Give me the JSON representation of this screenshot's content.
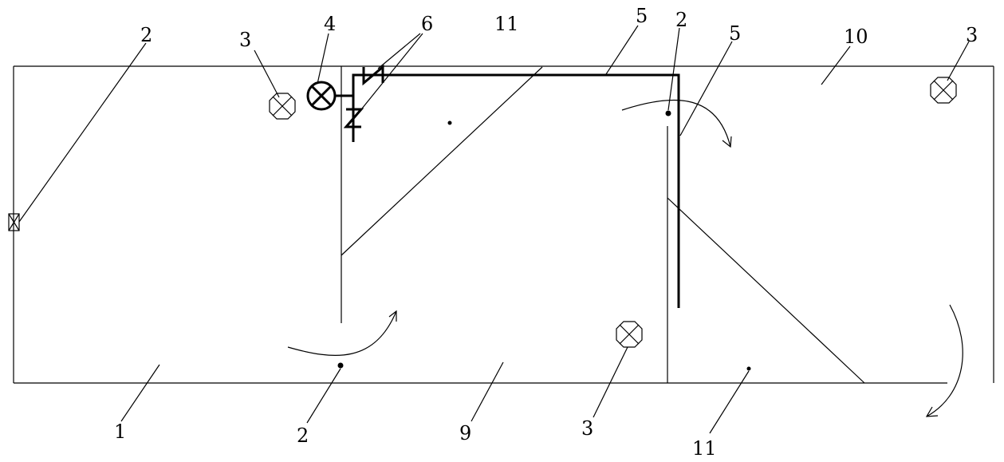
{
  "labels": {
    "l1": "1",
    "l2_left": "2",
    "l2_bottom": "2",
    "l2_top": "2",
    "l3_left": "3",
    "l3_bottom": "3",
    "l3_right": "3",
    "l4": "4",
    "l5_a": "5",
    "l5_b": "5",
    "l6": "6",
    "l9": "9",
    "l10": "10",
    "l11_top": "11",
    "l11_bottom": "11"
  }
}
